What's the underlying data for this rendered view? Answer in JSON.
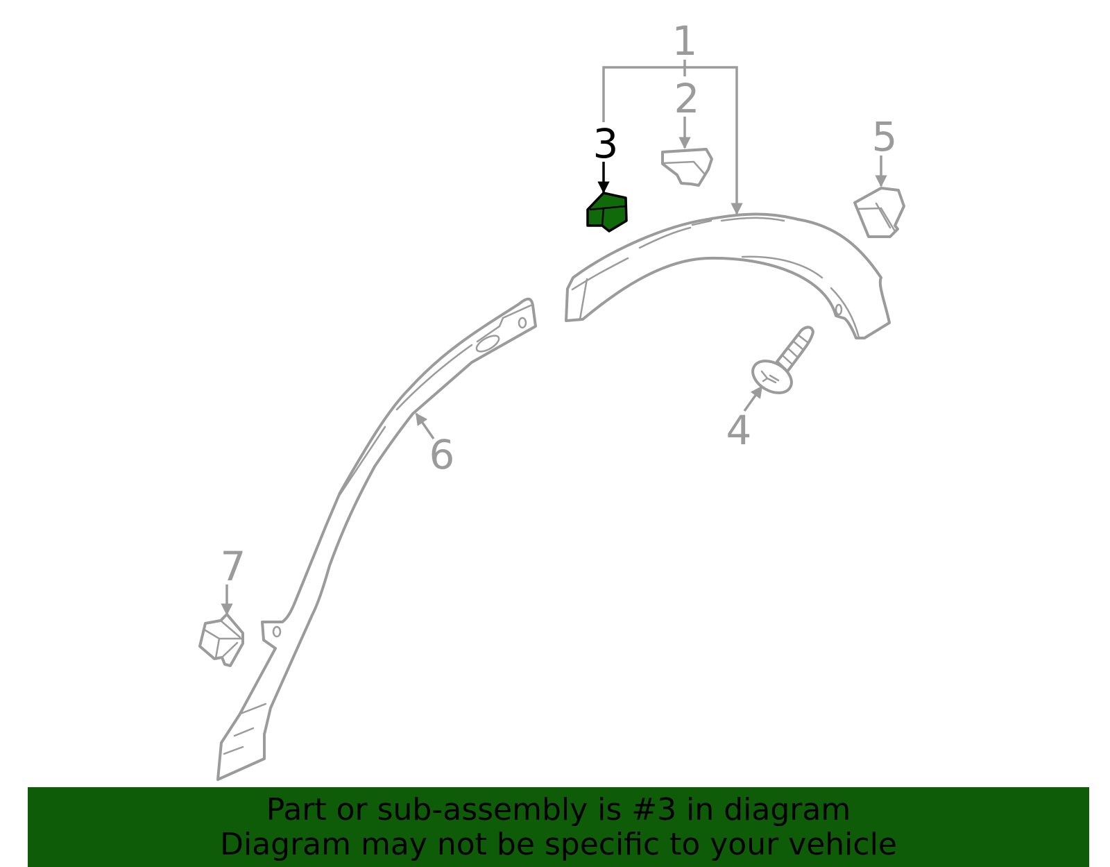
{
  "callouts": {
    "c1": "1",
    "c2": "2",
    "c3": "3",
    "c4": "4",
    "c5": "5",
    "c6": "6",
    "c7": "7"
  },
  "highlight": {
    "part_number": "3",
    "fill_color": "#116a0a",
    "label_color": "#000000"
  },
  "colors": {
    "line": "#9b9b9b",
    "banner_background": "#0f5c08"
  },
  "banner": {
    "line1": "Part or sub-assembly is #3 in diagram",
    "line2": "Diagram may not be specific to your vehicle"
  }
}
